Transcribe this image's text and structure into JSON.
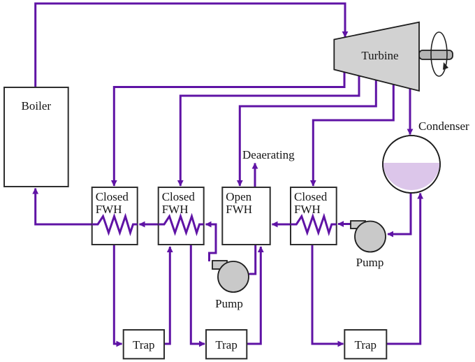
{
  "colors": {
    "pipe": "#5f13a5",
    "turbine_fill": "#d2d2d2",
    "shaft_fill": "#b5b5b5",
    "pump_fill": "#c9c9c9",
    "condenser_liquid": "#dcc6ea",
    "box_fill": "#ffffff",
    "text": "#151515"
  },
  "components": {
    "boiler": {
      "label": "Boiler"
    },
    "turbine": {
      "label": "Turbine"
    },
    "condenser": {
      "label": "Condenser"
    },
    "deaerating_vent": {
      "label": "Deaerating"
    },
    "closed_fwh_1": {
      "label_line1": "Closed",
      "label_line2": "FWH"
    },
    "closed_fwh_2": {
      "label_line1": "Closed",
      "label_line2": "FWH"
    },
    "open_fwh": {
      "label_line1": "Open",
      "label_line2": "FWH"
    },
    "closed_fwh_3": {
      "label_line1": "Closed",
      "label_line2": "FWH"
    },
    "feed_pump": {
      "label": "Pump"
    },
    "condensate_pump": {
      "label": "Pump"
    },
    "trap_1": {
      "label": "Trap"
    },
    "trap_2": {
      "label": "Trap"
    },
    "trap_3": {
      "label": "Trap"
    }
  }
}
